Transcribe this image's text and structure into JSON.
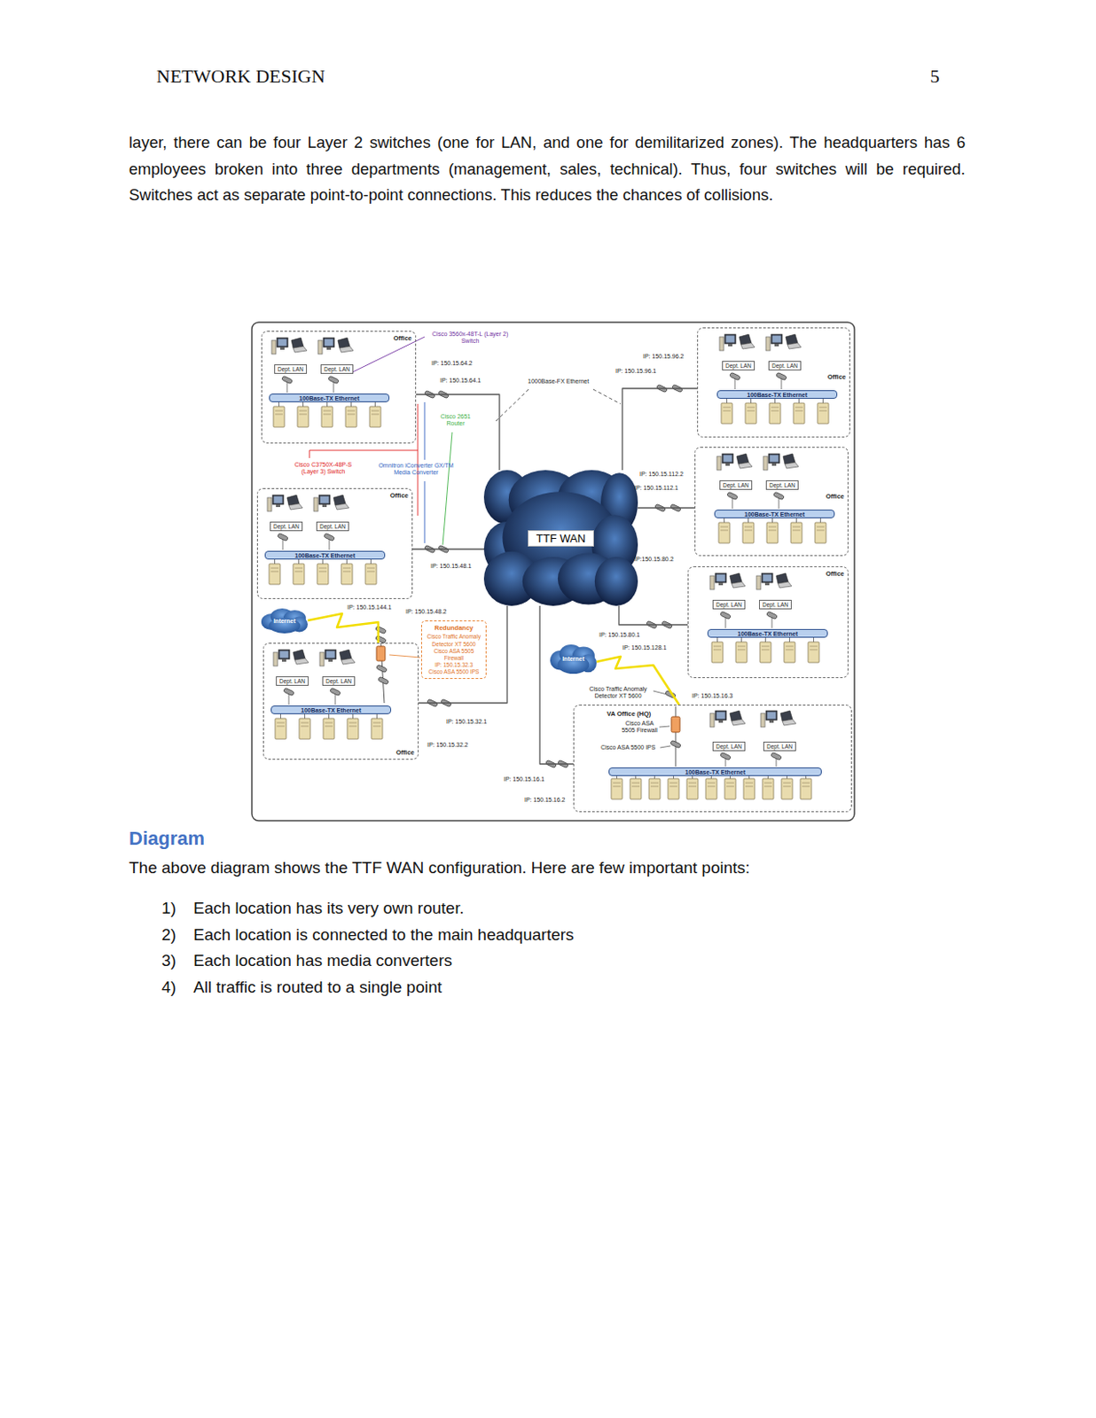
{
  "diagram": {
    "title": "Diagram",
    "caption": "The above diagram shows the TTF WAN configuration. Here are few important points:",
    "nodes": [
      {
        "text": [
          "Office"
        ]
      },
      {
        "text": [
          "Dept. LAN"
        ],
        "in": 0
      },
      {
        "text": [
          "Dept. LAN"
        ],
        "in": 0
      },
      {
        "text": [
          "100Base-TX Ethernet"
        ],
        "in": 0
      },
      {
        "text": [
          "Office"
        ]
      },
      {
        "text": [
          "Dept. LAN"
        ],
        "in": 4
      },
      {
        "text": [
          "Dept. LAN"
        ],
        "in": 4
      },
      {
        "text": [
          "100Base-TX Ethernet"
        ],
        "in": 4
      },
      {
        "text": [
          "Office"
        ]
      },
      {
        "text": [
          "Dept. LAN"
        ],
        "in": 8
      },
      {
        "text": [
          "Dept. LAN"
        ],
        "in": 8
      },
      {
        "text": [
          "100Base-TX Ethernet"
        ],
        "in": 8
      },
      {
        "text": [
          "TTF WAN"
        ]
      },
      {
        "text": [
          "Office"
        ]
      },
      {
        "text": [
          "Dept. LAN"
        ],
        "in": 13
      },
      {
        "text": [
          "Dept. LAN"
        ],
        "in": 13
      },
      {
        "text": [
          "100Base-TX Ethernet"
        ],
        "in": 13
      },
      {
        "text": [
          "Office"
        ]
      },
      {
        "text": [
          "Dept. LAN"
        ],
        "in": 17
      },
      {
        "text": [
          "Dept. LAN"
        ],
        "in": 17
      },
      {
        "text": [
          "100Base-TX Ethernet"
        ],
        "in": 17
      },
      {
        "text": [
          "Internet"
        ]
      },
      {
        "text": [
          "Redundancy",
          "Cisco Traffic Anomaly Detector XT 5600",
          "Cisco ASA 5505 Firewall",
          "IP: 150.15.32.3",
          "Cisco ASA 5500 IPS"
        ]
      },
      {
        "text": [
          "Office"
        ]
      },
      {
        "text": [
          "Dept. LAN"
        ],
        "in": 23
      },
      {
        "text": [
          "Dept. LAN"
        ],
        "in": 23
      },
      {
        "text": [
          "100Base-TX Ethernet"
        ],
        "in": 23
      },
      {
        "text": [
          "Internet"
        ]
      },
      {
        "text": [
          "VA Office (HQ)"
        ]
      },
      {
        "text": [
          "Dept. LAN"
        ],
        "in": 28
      },
      {
        "text": [
          "Dept. LAN"
        ],
        "in": 28
      },
      {
        "text": [
          "100Base-TX Ethernet"
        ],
        "in": 28
      }
    ],
    "edges": [
      {
        "from": 0,
        "to": 12,
        "arrow": "none"
      },
      {
        "from": 4,
        "to": 12,
        "arrow": "none"
      },
      {
        "from": 8,
        "to": 12,
        "arrow": "none"
      },
      {
        "from": 13,
        "to": 12,
        "arrow": "none"
      },
      {
        "from": 17,
        "to": 12,
        "arrow": "none"
      },
      {
        "from": 23,
        "to": 12,
        "arrow": "none"
      },
      {
        "from": 28,
        "to": 12,
        "arrow": "none"
      },
      {
        "from": 21,
        "to": 23,
        "arrow": "none"
      },
      {
        "from": 27,
        "to": 28,
        "arrow": "none"
      }
    ],
    "labels": [
      "NETWORK DESIGN",
      "5",
      "layer, there can be four Layer 2 switches (one for LAN, and one for demilitarized zones). The headquarters has 6 employees broken into three departments (management, sales, technical). Thus, four switches will be required. Switches act as separate point-to-point connections. This reduces the chances of collisions.",
      "1)",
      "Each location has its very own router.",
      "2)",
      "Each location is connected to the main headquarters",
      "3)",
      "Each location has media converters",
      "4)",
      "All traffic is routed to a single point",
      "Cisco 3560x-48T-L (Layer 2) Switch",
      "IP: 150.15.64.2",
      "IP: 150.15.64.1",
      "1000Base-FX Ethernet",
      "Cisco 2651 Router",
      "Cisco C3750X-48P-S (Layer 3) Switch",
      "Omnitron iConverter GX/TM Media Converter",
      "IP: 150.15.96.2",
      "IP: 150.15.96.1",
      "IP: 150.15.112.2",
      "IP: 150.15.112.1",
      "IP: 150.15.48.1",
      "IP: 150.15.48.2",
      "IP: 150.15.144.1",
      "IP:150.15.80.2",
      "IP: 150.15.80.1",
      "IP: 150.15.128.1",
      "IP: 150.15.32.1",
      "IP: 150.15.32.2",
      "Cisco Traffic Anomaly Detector XT 5600",
      "Cisco ASA 5505 Firewall",
      "Cisco ASA 5500 IPS",
      "IP: 150.15.16.3",
      "IP: 150.15.16.1",
      "IP: 150.15.16.2"
    ]
  }
}
